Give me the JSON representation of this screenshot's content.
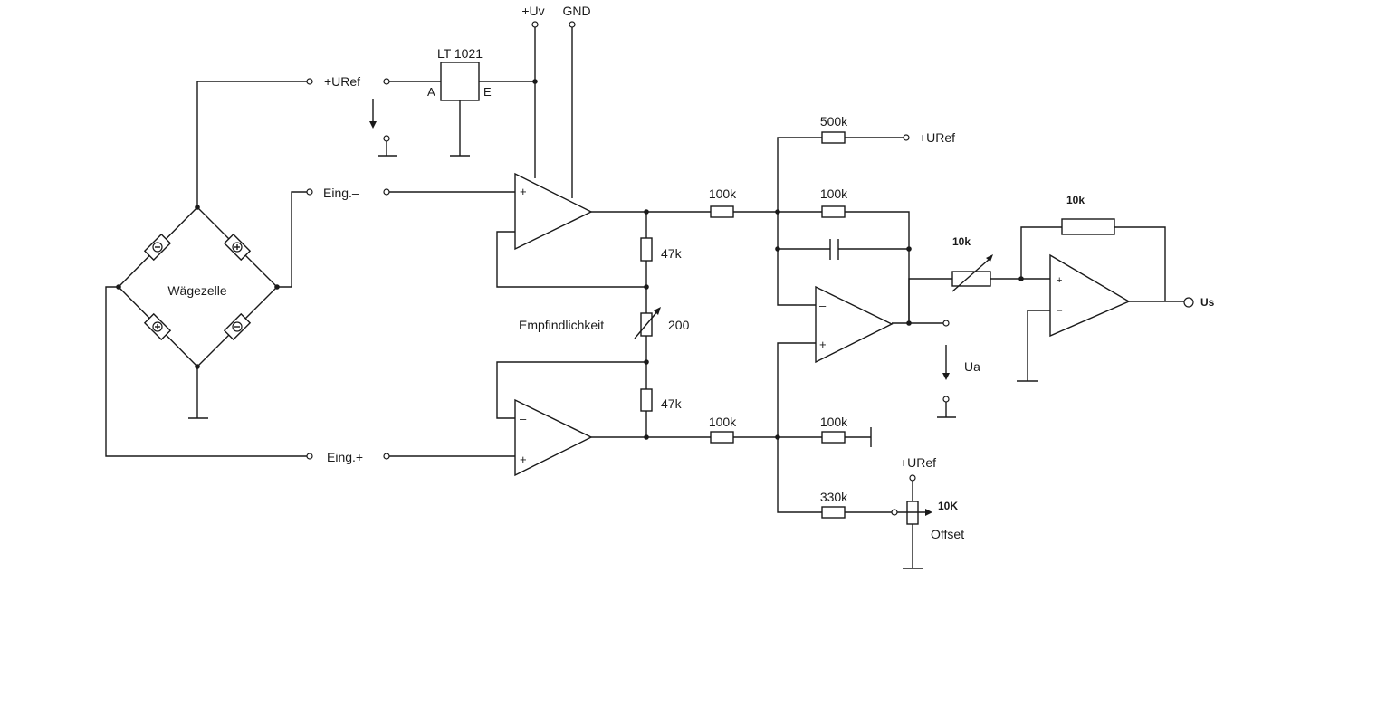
{
  "labels": {
    "supply": "+Uv",
    "ground": "GND",
    "reference_ic": "LT 1021",
    "ref_pin_out": "A",
    "ref_pin_in": "E",
    "uref_top": "+URef",
    "uref_feedback": "+URef",
    "uref_offset": "+URef",
    "input_minus": "Eing.–",
    "input_plus": "Eing.+",
    "load_cell": "Wägezelle",
    "sensitivity": "Empfindlichkeit",
    "offset": "Offset",
    "output_ua": "Ua",
    "output_us": "Us",
    "opamp_plus": "+",
    "opamp_minus": "–"
  },
  "components": {
    "r_500k": "500k",
    "r_100k_fb": "100k",
    "r_100k_top_in": "100k",
    "r_100k_bot_in": "100k",
    "r_100k_gnd": "100k",
    "r_47k_top": "47k",
    "r_47k_bot": "47k",
    "pot_200": "200",
    "r_330k": "330k",
    "pot_10K_offset": "10K",
    "pot_10k_in": "10k",
    "r_10k_fb": "10k"
  }
}
